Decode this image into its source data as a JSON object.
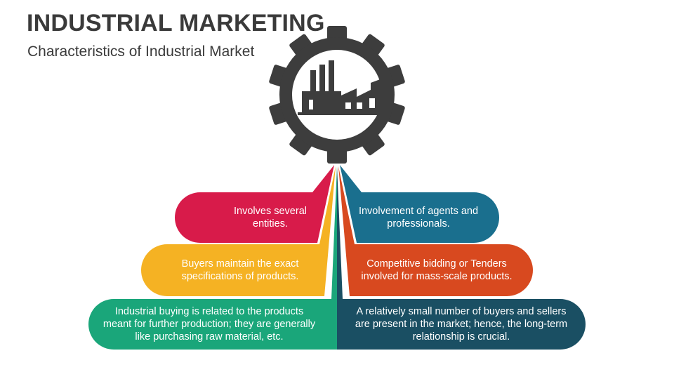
{
  "header": {
    "title": "INDUSTRIAL MARKETING",
    "subtitle": "Characteristics of Industrial Market"
  },
  "gear": {
    "icon": "factory-icon",
    "color": "#3d3d3d"
  },
  "characteristics": {
    "left": [
      {
        "text": "Involves several entities.",
        "color": "#d81b4a"
      },
      {
        "text": "Buyers maintain the exact specifications of products.",
        "color": "#f5b223"
      },
      {
        "text": "Industrial buying is related to the products meant for further production; they are generally like purchasing raw material, etc.",
        "color": "#1aa67a"
      }
    ],
    "right": [
      {
        "text": "Involvement of agents and professionals.",
        "color": "#1a6f8e"
      },
      {
        "text": "Competitive bidding or Tenders involved for mass-scale products.",
        "color": "#d8491f"
      },
      {
        "text": "A relatively small number of buyers and sellers are present in the market; hence, the long-term relationship is crucial.",
        "color": "#1a4f63"
      }
    ]
  }
}
